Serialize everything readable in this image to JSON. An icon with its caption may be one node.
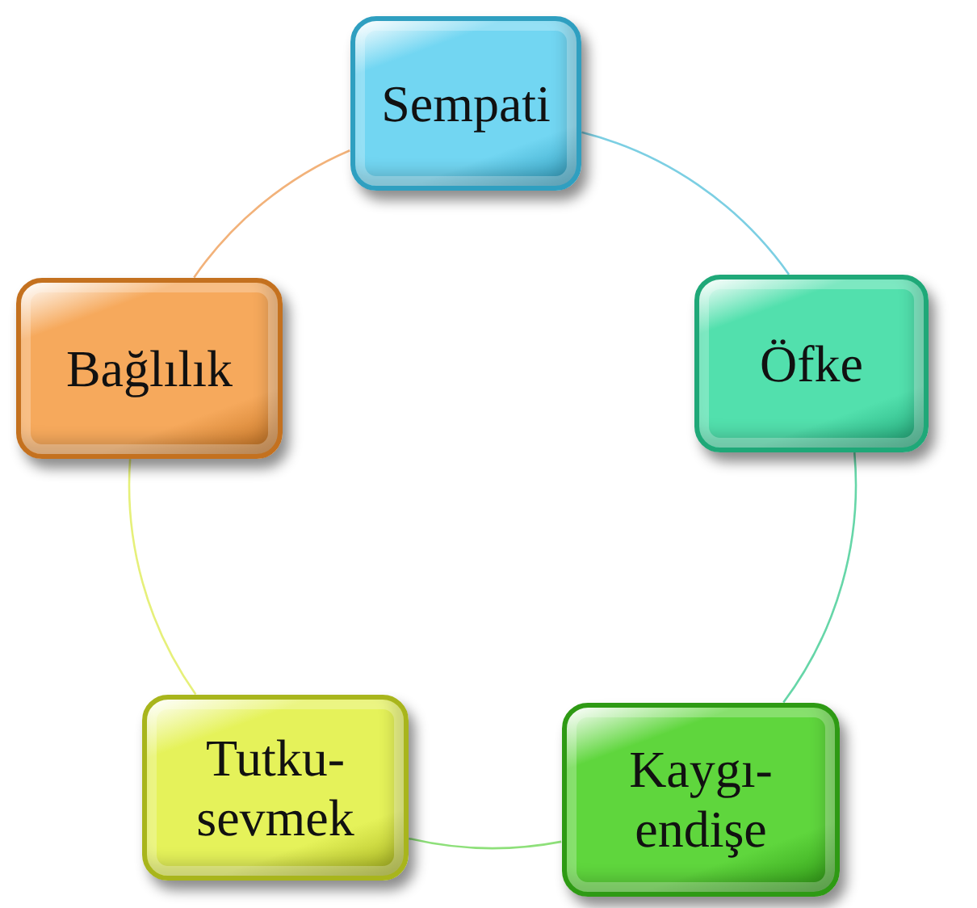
{
  "diagram": {
    "nodes": [
      {
        "text": [
          "Sempati"
        ]
      },
      {
        "text": [
          "Öfke"
        ]
      },
      {
        "text": [
          "Kaygı- endişe"
        ]
      },
      {
        "text": [
          "Tutku- sevmek"
        ]
      },
      {
        "text": [
          "Bağlılık"
        ]
      }
    ],
    "edges": [
      {
        "from": 0,
        "to": 1,
        "arrow": "none",
        "color": "#7ccfe3"
      },
      {
        "from": 1,
        "to": 2,
        "arrow": "none",
        "color": "#66d6a8"
      },
      {
        "from": 2,
        "to": 3,
        "arrow": "none",
        "color": "#8ee07a"
      },
      {
        "from": 3,
        "to": 4,
        "arrow": "none",
        "color": "#e6f07a"
      },
      {
        "from": 4,
        "to": 0,
        "arrow": "none",
        "color": "#f2b27a"
      }
    ]
  }
}
